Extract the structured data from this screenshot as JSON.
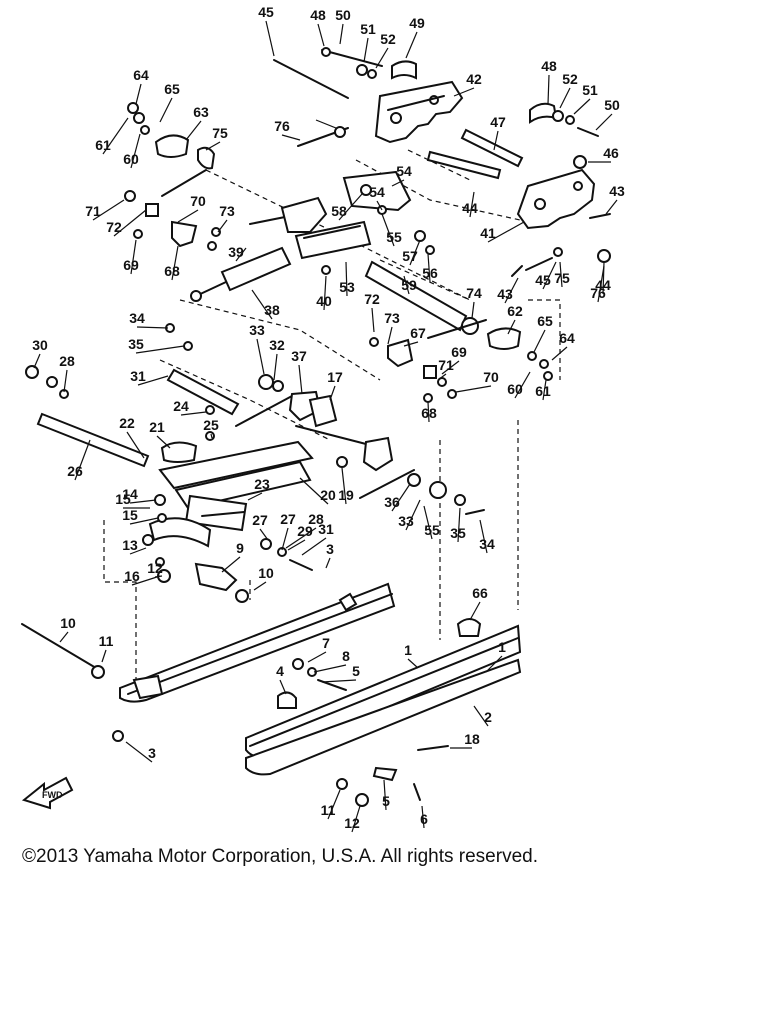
{
  "diagram": {
    "copyright": "©2013 Yamaha Motor Corporation, U.S.A. All rights reserved.",
    "front_marker": "FWD",
    "callouts": [
      "1",
      "2",
      "3",
      "4",
      "5",
      "6",
      "7",
      "8",
      "9",
      "10",
      "11",
      "12",
      "13",
      "14",
      "15",
      "16",
      "17",
      "18",
      "19",
      "20",
      "21",
      "22",
      "23",
      "24",
      "25",
      "26",
      "27",
      "28",
      "29",
      "30",
      "31",
      "32",
      "33",
      "34",
      "35",
      "36",
      "37",
      "38",
      "39",
      "40",
      "41",
      "42",
      "43",
      "44",
      "45",
      "46",
      "47",
      "48",
      "49",
      "50",
      "51",
      "52",
      "53",
      "54",
      "55",
      "56",
      "57",
      "58",
      "59",
      "60",
      "61",
      "62",
      "63",
      "64",
      "65",
      "66",
      "67",
      "68",
      "69",
      "70",
      "71",
      "72",
      "73",
      "74",
      "75",
      "76"
    ]
  }
}
